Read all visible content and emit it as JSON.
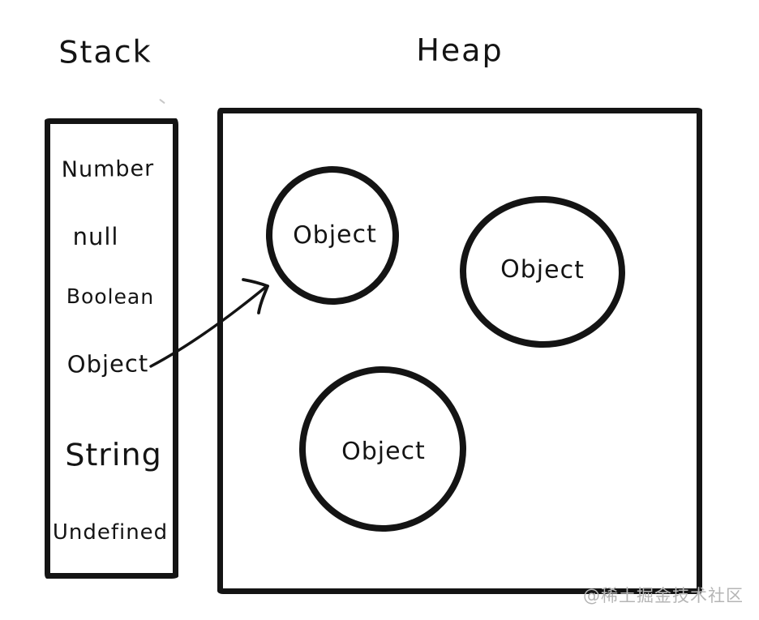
{
  "diagram": {
    "stack": {
      "title": "Stack",
      "items": [
        "Number",
        "null",
        "Boolean",
        "Object",
        "String",
        "Undefined"
      ]
    },
    "heap": {
      "title": "Heap",
      "objects": [
        "Object",
        "Object",
        "Object"
      ]
    },
    "arrow": {
      "from": "Object",
      "to": "Object"
    },
    "watermark": "@稀土掘金技术社区",
    "colors": {
      "ink": "#141414",
      "background": "#ffffff",
      "watermark": "#b5b5b5"
    }
  }
}
